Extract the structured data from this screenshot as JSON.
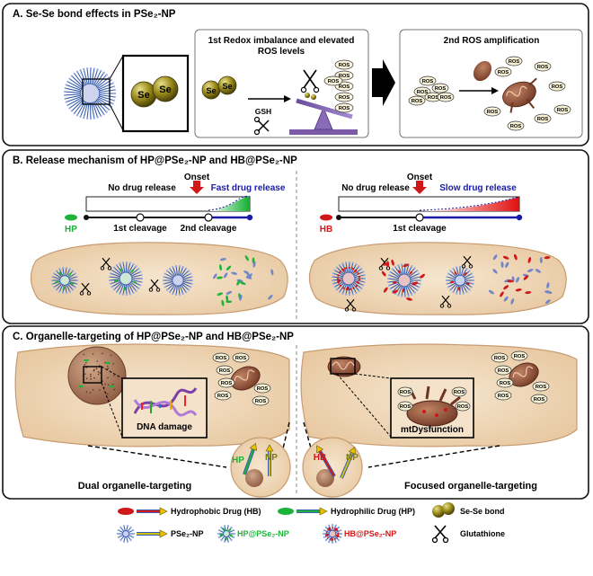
{
  "panel_a": {
    "title": "A. Se-Se bond  effects in PSe₂-NP",
    "se_label": "Se",
    "redox_title_line1": "1st Redox imbalance and elevated",
    "redox_title_line2": "ROS levels",
    "gsh_label": "GSH",
    "ros_label": "ROS",
    "amp_title": "2nd ROS amplification"
  },
  "panel_b": {
    "title": "B. Release mechanism of HP@PSe₂-NP and HB@PSe₂-NP",
    "left": {
      "onset": "Onset",
      "no_release": "No drug release",
      "fast_release": "Fast drug release",
      "drug": "HP",
      "cleavage1": "1st cleavage",
      "cleavage2": "2nd cleavage"
    },
    "right": {
      "onset": "Onset",
      "no_release": "No drug release",
      "slow_release": "Slow drug release",
      "drug": "HB",
      "cleavage1": "1st cleavage"
    }
  },
  "panel_c": {
    "title": "C. Organelle-targeting of HP@PSe₂-NP and HB@PSe₂-NP",
    "dna_damage": "DNA damage",
    "mt_dysfunction": "mtDysfunction",
    "dual": "Dual organelle-targeting",
    "focused": "Focused organelle-targeting",
    "hp": "HP",
    "hb": "HB",
    "np": "NP",
    "ros_label": "ROS"
  },
  "legend": {
    "hydrophobic": "Hydrophobic Drug (HB)",
    "hydrophilic": "Hydrophilic Drug (HP)",
    "sese": "Se-Se bond",
    "pse2np": "PSe₂-NP",
    "hp_np": "HP@PSe₂-NP",
    "hb_np": "HB@PSe₂-NP",
    "glutathione": "Glutathione"
  },
  "colors": {
    "hp_green": "#1db33a",
    "hb_red": "#d01818",
    "release_blue": "#1a1aa8",
    "cell_fill": "#f1dcc0",
    "mito": "#8a4a35",
    "se_gold": "#9a8a1a"
  }
}
